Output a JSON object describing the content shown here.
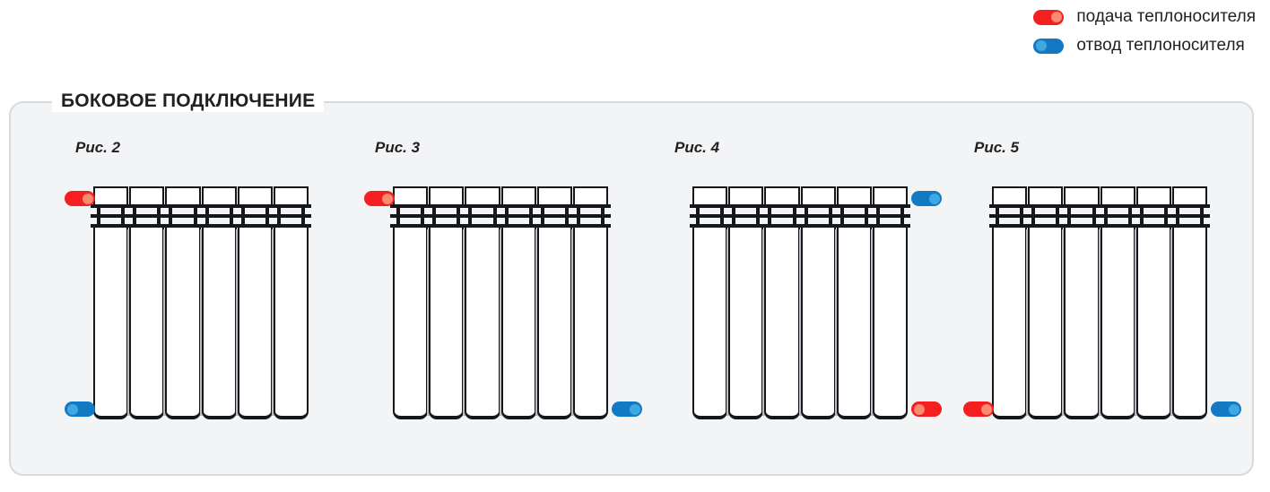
{
  "legend": {
    "items": [
      {
        "icon": "red-pill-icon",
        "color": "#f41f1f",
        "knob": "right",
        "label": "подача теплоносителя"
      },
      {
        "icon": "blue-pill-icon",
        "color": "#1379c4",
        "knob": "left",
        "label": "отвод теплоносителя"
      }
    ]
  },
  "panel": {
    "title": "БОКОВОЕ ПОДКЛЮЧЕНИЕ",
    "background": "#f2f4f6",
    "border_color": "#d7dade"
  },
  "figures": [
    {
      "caption": "Рис. 2",
      "sections": 6,
      "connections": [
        {
          "position": "top-left",
          "type": "supply",
          "color": "#f41f1f",
          "knob": "right"
        },
        {
          "position": "bottom-left",
          "type": "return",
          "color": "#1379c4",
          "knob": "left"
        }
      ]
    },
    {
      "caption": "Рис. 3",
      "sections": 6,
      "connections": [
        {
          "position": "top-left",
          "type": "supply",
          "color": "#f41f1f",
          "knob": "right"
        },
        {
          "position": "bottom-right",
          "type": "return",
          "color": "#1379c4",
          "knob": "right"
        }
      ]
    },
    {
      "caption": "Рис. 4",
      "sections": 6,
      "connections": [
        {
          "position": "top-right",
          "type": "return",
          "color": "#1379c4",
          "knob": "right"
        },
        {
          "position": "bottom-right",
          "type": "supply",
          "color": "#f41f1f",
          "knob": "left"
        }
      ]
    },
    {
      "caption": "Рис. 5",
      "sections": 6,
      "connections": [
        {
          "position": "bottom-left",
          "type": "supply",
          "color": "#f41f1f",
          "knob": "right"
        },
        {
          "position": "bottom-right",
          "type": "return",
          "color": "#1379c4",
          "knob": "right"
        }
      ]
    }
  ]
}
